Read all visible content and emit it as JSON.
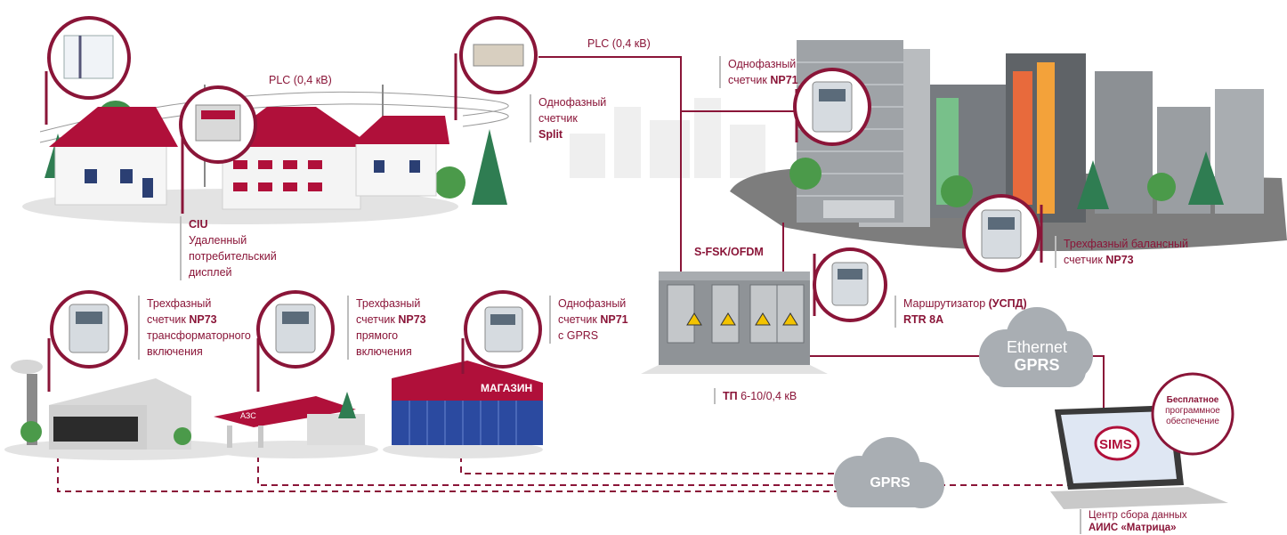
{
  "links": {
    "plc_top": "PLC (0,4 кВ)",
    "plc_village": "PLC (0,4 кВ)",
    "sfsk": "S-FSK/OFDM"
  },
  "labels": {
    "split": {
      "l1": "Однофазный",
      "l2": "счетчик",
      "l3": "Split"
    },
    "np71_city": {
      "l1": "Однофазный",
      "l2a": "счетчик ",
      "l2b": "NP71"
    },
    "np73_balance": {
      "l1": "Трехфазный балансный",
      "l2a": "счетчик ",
      "l2b": "NP73"
    },
    "ciu": {
      "l1": "CIU",
      "l2": "Удаленный",
      "l3": "потребительский",
      "l4": "дисплей"
    },
    "np73_transformer": {
      "l1": "Трехфазный",
      "l2a": "счетчик ",
      "l2b": "NP73",
      "l3": "трансформаторного",
      "l4": "включения"
    },
    "np73_direct": {
      "l1": "Трехфазный",
      "l2a": "счетчик ",
      "l2b": "NP73",
      "l3": "прямого",
      "l4": "включения"
    },
    "np71_gprs": {
      "l1": "Однофазный",
      "l2a": "счетчик ",
      "l2b": "NP71",
      "l3": "с GPRS"
    },
    "router": {
      "l1a": "Маршрутизатор ",
      "l1b": "(УСПД)",
      "l2": "RTR 8A"
    },
    "substation": {
      "a": "ТП ",
      "b": "6-10/0,4 кВ"
    },
    "data_center": {
      "l1": "Центр сбора данных",
      "l2": "АИИС «Матрица»"
    }
  },
  "clouds": {
    "ethernet": {
      "l1": "Ethernet",
      "l2": "GPRS"
    },
    "gprs": "GPRS"
  },
  "laptop": {
    "logo": "SIMS",
    "badge": {
      "l1": "Бесплатное",
      "l2": "программное",
      "l3": "обеспечение"
    }
  },
  "signs": {
    "shop": "МАГАЗИН",
    "gas_station": "АЗС"
  },
  "colors": {
    "accent": "#8a1538",
    "roof": "#b0103a",
    "cloud": "#a9aeb3",
    "tree": "#2f7d52"
  }
}
